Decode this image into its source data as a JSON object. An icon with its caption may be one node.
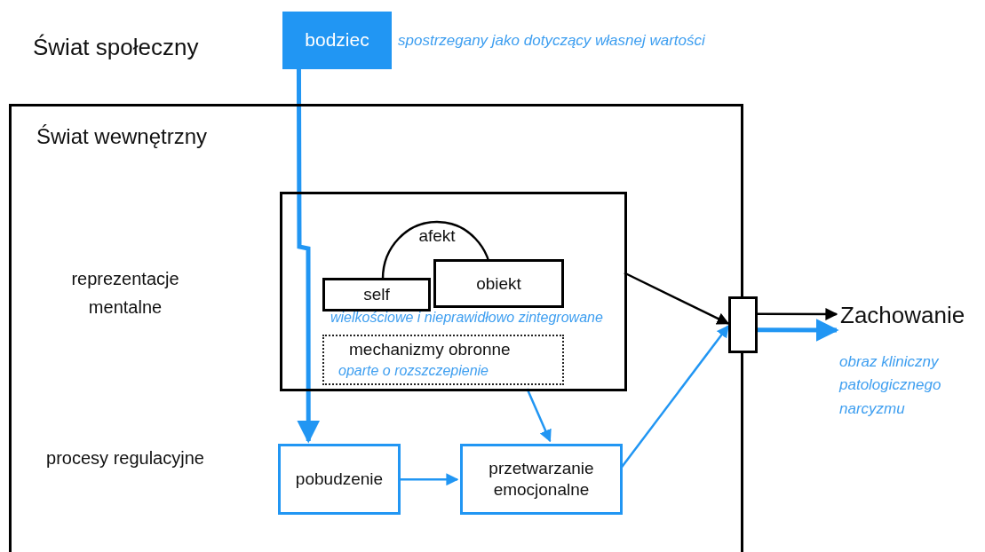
{
  "diagram": {
    "nodes": [
      {
        "text": [
          "bodziec"
        ],
        "beside": [
          "spostrzegany jako dotyczący własnej wartości"
        ]
      },
      {
        "text": [
          "Świat wewnętrzny"
        ]
      },
      {
        "text": [],
        "shape": "box",
        "in": 1
      },
      {
        "text": [
          "afekt"
        ],
        "in": 2
      },
      {
        "text": [
          "self"
        ],
        "in": 2
      },
      {
        "text": [
          "obiekt"
        ],
        "in": 2
      },
      {
        "text": [
          "mechanizmy obronne",
          "oparte o rozszczepienie"
        ],
        "in": 2
      },
      {
        "text": [
          "pobudzenie"
        ],
        "in": 1
      },
      {
        "text": [
          "przetwarzanie emocjonalne"
        ],
        "in": 1
      },
      {
        "text": [],
        "shape": "box"
      },
      {
        "text": [
          "Zachowanie"
        ],
        "beside": [
          "obraz kliniczny patologicznego narcyzmu"
        ]
      }
    ],
    "edges": [
      {
        "from": 0,
        "to": 7,
        "arrow": "to",
        "style": "thick"
      },
      {
        "from": 2,
        "to": 8,
        "arrow": "to"
      },
      {
        "from": 7,
        "to": 8,
        "arrow": "to"
      },
      {
        "from": 8,
        "to": 9,
        "arrow": "to"
      },
      {
        "from": 2,
        "to": 9,
        "arrow": "to",
        "color": "#000000"
      },
      {
        "from": 9,
        "to": 10,
        "arrow": "to",
        "color": "#000000"
      },
      {
        "from": 9,
        "to": 10,
        "arrow": "to",
        "style": "thick"
      }
    ],
    "labels": [
      "Świat społeczny",
      "reprezentacje mentalne",
      "procesy regulacyjne",
      "wielkościowe i nieprawidłowo zintegrowane"
    ]
  }
}
